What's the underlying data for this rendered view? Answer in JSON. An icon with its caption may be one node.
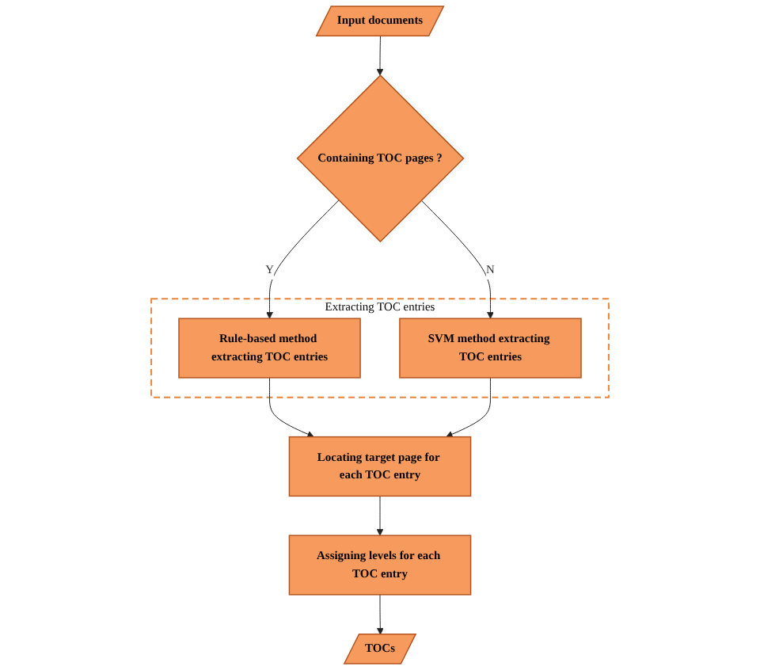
{
  "diagram": {
    "nodes": [
      {
        "text": [
          "Input documents"
        ]
      },
      {
        "text": [
          "Containing TOC pages ?"
        ]
      },
      {
        "text": [
          "Extracting TOC entries"
        ]
      },
      {
        "text": [
          "Rule-based method extracting TOC entries"
        ],
        "in": 2
      },
      {
        "text": [
          "SVM method extracting TOC entries"
        ],
        "in": 2
      },
      {
        "text": [
          "Locating target page for each TOC entry"
        ]
      },
      {
        "text": [
          "Assigning levels for each TOC entry"
        ]
      },
      {
        "text": [
          "TOCs"
        ]
      }
    ],
    "edges": [
      {
        "from": 0,
        "to": 1,
        "arrow": "to"
      },
      {
        "from": 1,
        "to": 3,
        "arrow": "to",
        "label": "Y"
      },
      {
        "from": 1,
        "to": 4,
        "arrow": "to",
        "label": "N"
      },
      {
        "from": 3,
        "to": 5,
        "arrow": "to"
      },
      {
        "from": 4,
        "to": 5,
        "arrow": "to"
      },
      {
        "from": 5,
        "to": 6,
        "arrow": "to"
      },
      {
        "from": 6,
        "to": 7,
        "arrow": "to"
      }
    ]
  }
}
